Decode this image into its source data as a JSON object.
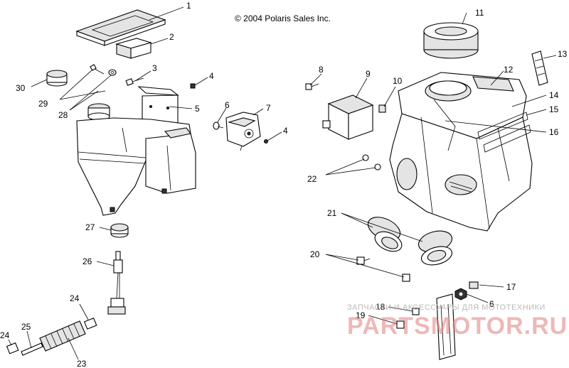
{
  "copyright": "© 2004 Polaris Sales Inc.",
  "watermark": {
    "top": "ЗАПЧАСТИ И АКСЕССУАРЫ ДЛЯ МОТОТЕХНИКИ",
    "brand": "PARTSMOTOR.RU",
    "color": "#e07d7d"
  },
  "callouts": {
    "c1": "1",
    "c2": "2",
    "c3": "3",
    "c4a": "4",
    "c4b": "4",
    "c5": "5",
    "c6a": "6",
    "c6b": "6",
    "c7": "7",
    "c8": "8",
    "c9": "9",
    "c10": "10",
    "c11": "11",
    "c12": "12",
    "c13": "13",
    "c14": "14",
    "c15": "15",
    "c16": "16",
    "c17": "17",
    "c18": "18",
    "c19": "19",
    "c20": "20",
    "c21": "21",
    "c22": "22",
    "c23": "23",
    "c24a": "24",
    "c24b": "24",
    "c25": "25",
    "c26": "26",
    "c27": "27",
    "c28": "28",
    "c29": "29",
    "c30": "30"
  }
}
